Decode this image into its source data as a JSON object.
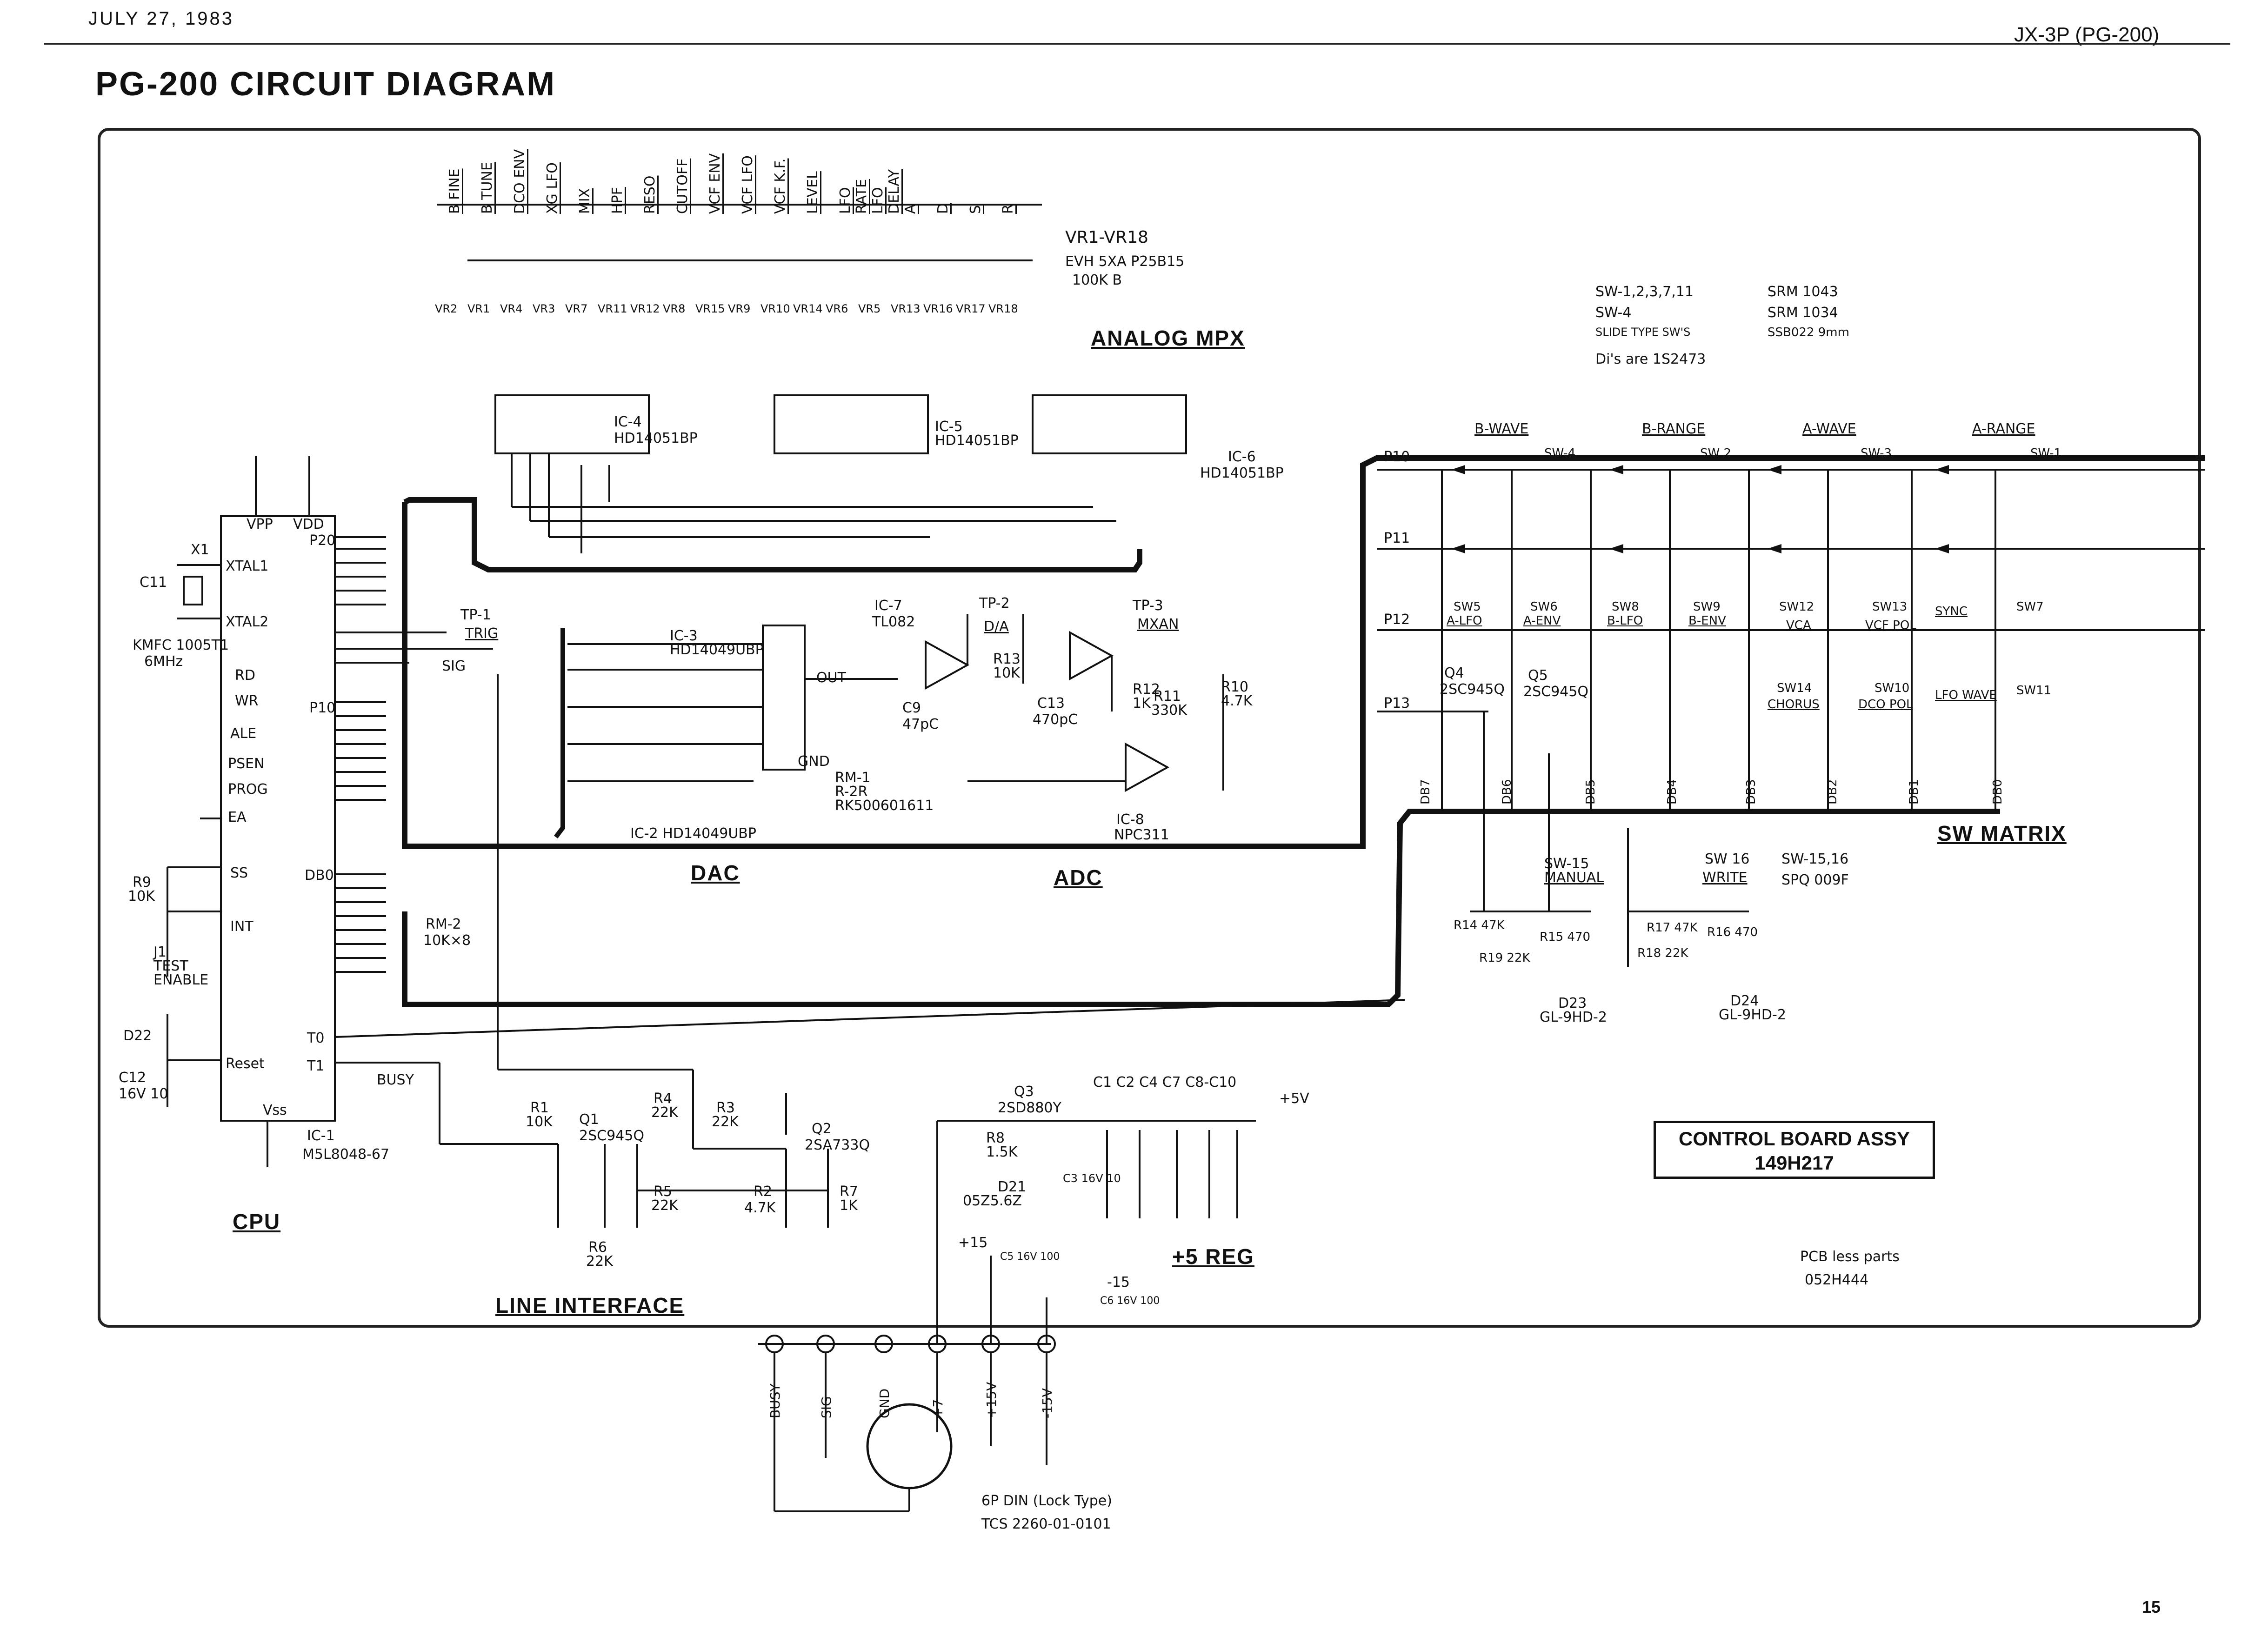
{
  "header": {
    "date": "JULY 27, 1983",
    "model": "JX-3P (PG-200)",
    "title": "PG-200 CIRCUIT DIAGRAM"
  },
  "sections": {
    "analog_mpx": "ANALOG MPX",
    "dac": "DAC",
    "adc": "ADC",
    "cpu": "CPU",
    "line_interface": "LINE INTERFACE",
    "reg": "+5 REG",
    "sw_matrix": "SW MATRIX"
  },
  "pot_labels": [
    "B FINE",
    "B TUNE",
    "DCO ENV",
    "XG LFO",
    "MIX",
    "HPF",
    "RESO",
    "CUTOFF",
    "VCF ENV",
    "VCF LFO",
    "VCF K.F.",
    "LEVEL",
    "LFO RATE",
    "LFO DELAY",
    "A",
    "D",
    "S",
    "R"
  ],
  "vr_labels": [
    "VR2",
    "VR1",
    "VR4",
    "VR3",
    "VR7",
    "VR11",
    "VR12",
    "VR8",
    "VR15",
    "VR9",
    "VR10",
    "VR14",
    "VR6",
    "VR5",
    "VR13",
    "VR16",
    "VR17",
    "VR18"
  ],
  "notes": {
    "vr_range": "VR1-VR18",
    "vr_part": "EVH 5XA P25B15",
    "vr_value": "100K B",
    "sw_list_1": "SW-1,2,3,7,11",
    "sw_part_1": "SRM 1043",
    "sw_list_2": "SW-4",
    "sw_part_2": "SRM 1034",
    "slide_type": "SLIDE TYPE SW'S",
    "slide_part": "SSB022 9mm",
    "diodes": "Di's are 1S2473",
    "sw15_16": "SW-15,16",
    "sw15_16_part": "SPQ 009F",
    "pcb": "PCB less parts",
    "pcb_part": "052H444",
    "din": "6P DIN (Lock Type)",
    "din_part": "TCS 2260-01-0101"
  },
  "ics": {
    "ic4": "IC-4",
    "ic4_part": "HD14051BP",
    "ic5": "IC-5",
    "ic5_part": "HD14051BP",
    "ic6": "IC-6",
    "ic6_part": "HD14051BP",
    "ic1": "IC-1",
    "ic1_part": "M5L8048-67",
    "ic2": "IC-2 HD14049UBP",
    "ic3": "IC-3",
    "ic3_part": "HD14049UBP",
    "ic7": "IC-7",
    "ic7_part": "TL082",
    "ic8": "IC-8",
    "ic8_part": "NPC311"
  },
  "cpu_pins": {
    "vpp": "VPP",
    "vdd": "VDD",
    "xtal1": "XTAL1",
    "xtal2": "XTAL2",
    "rd": "RD",
    "wr": "WR",
    "ale": "ALE",
    "psen": "PSEN",
    "prog": "PROG",
    "ea": "EA",
    "ss": "SS",
    "int": "INT",
    "reset": "Reset",
    "vss": "Vss",
    "p20": "P20",
    "p10": "P10",
    "db0": "DB0",
    "t0": "T0",
    "t1": "T1"
  },
  "cpu_parts": {
    "x1": "X1",
    "c11": "C11",
    "crystal": "KMFC 1005T1",
    "crystal_freq": "6MHz",
    "r9": "R9",
    "r9v": "10K",
    "j1": "J1",
    "j1a": "TEST",
    "j1b": "ENABLE",
    "d22": "D22",
    "c12": "C12",
    "c12v": "16V 10",
    "rm2": "RM-2",
    "rm2v": "10K×8",
    "tp1": "TP-1",
    "trig": "TRIG",
    "sig": "SIG",
    "busy": "BUSY"
  },
  "dac_parts": {
    "rm1": "RM-1",
    "rm1a": "R-2R",
    "rm1b": "RK500601611",
    "c9": "C9",
    "c9v": "47pC",
    "out": "OUT",
    "gnd": "GND"
  },
  "adc_parts": {
    "tp2": "TP-2",
    "da": "D/A",
    "tp3": "TP-3",
    "mxan": "MXAN",
    "r13": "R13",
    "r13v": "10K",
    "c13": "C13",
    "c13v": "470pC",
    "r12": "R12",
    "r12v": "1K",
    "r11": "R11",
    "r11v": "330K",
    "r10": "R10",
    "r10v": "4.7K"
  },
  "line_parts": {
    "r1": "R1",
    "r1v": "10K",
    "q1": "Q1",
    "q1v": "2SC945Q",
    "r4": "R4",
    "r4v": "22K",
    "r3": "R3",
    "r3v": "22K",
    "q2": "Q2",
    "q2v": "2SA733Q",
    "r5": "R5",
    "r5v": "22K",
    "r6": "R6",
    "r6v": "22K",
    "r2": "R2",
    "r2v": "4.7K",
    "r7": "R7",
    "r7v": "1K"
  },
  "reg_parts": {
    "q3": "Q3",
    "q3v": "2SD880Y",
    "r8": "R8",
    "r8v": "1.5K",
    "d21": "D21",
    "d21v": "05Z5.6Z",
    "c3": "C3 16V 10",
    "caps": "C1 C2 C4 C7 C8-C10",
    "plus5": "+5V",
    "plus15": "+15",
    "minus15": "-15",
    "c5": "C5 16V 100",
    "c6": "C6 16V 100"
  },
  "din_pins": [
    "BUSY",
    "SIG",
    "GND",
    "+7",
    "+15V",
    "-15V"
  ],
  "sw_rows": [
    "P10",
    "P11",
    "P12",
    "P13"
  ],
  "sw_groups": [
    "B-WAVE",
    "B-RANGE",
    "A-WAVE",
    "A-RANGE"
  ],
  "sw_labels": [
    "SW-4",
    "SW 2",
    "SW-3",
    "SW-1",
    "SW5",
    "SW6",
    "SW8",
    "SW9",
    "SW12",
    "SW13",
    "SW7",
    "SW14",
    "SW10",
    "SW11"
  ],
  "sw_names": [
    "A-LFO",
    "A-ENV",
    "B-LFO",
    "B-ENV",
    "VCA",
    "VCF POL",
    "SYNC",
    "CHORUS",
    "DCO POL",
    "LFO WAVE"
  ],
  "db_labels": [
    "DB7",
    "DB6",
    "DB5",
    "DB4",
    "DB3",
    "DB2",
    "DB1",
    "DB0"
  ],
  "sw_bottom": {
    "q4": "Q4",
    "q4v": "2SC945Q",
    "q5": "Q5",
    "q5v": "2SC945Q",
    "sw15": "SW-15",
    "manual": "MANUAL",
    "sw16": "SW 16",
    "write": "WRITE",
    "r14": "R14 47K",
    "r15": "R15 470",
    "r19": "R19 22K",
    "r17": "R17 47K",
    "r16": "R16 470",
    "r18": "R18 22K",
    "d23": "D23",
    "d23v": "GL-9HD-2",
    "d24": "D24",
    "d24v": "GL-9HD-2"
  },
  "control_board": {
    "line1": "CONTROL BOARD ASSY",
    "line2": "149H217"
  },
  "page_number": "15"
}
